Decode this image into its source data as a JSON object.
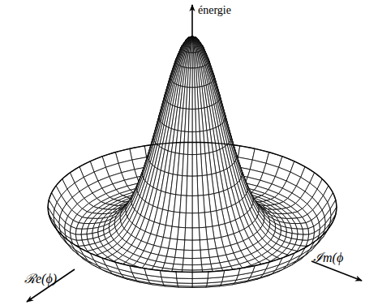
{
  "diagram": {
    "labels": [
      "énergie",
      "ℛe(ϕ)",
      "ℐm(ϕ"
    ]
  }
}
